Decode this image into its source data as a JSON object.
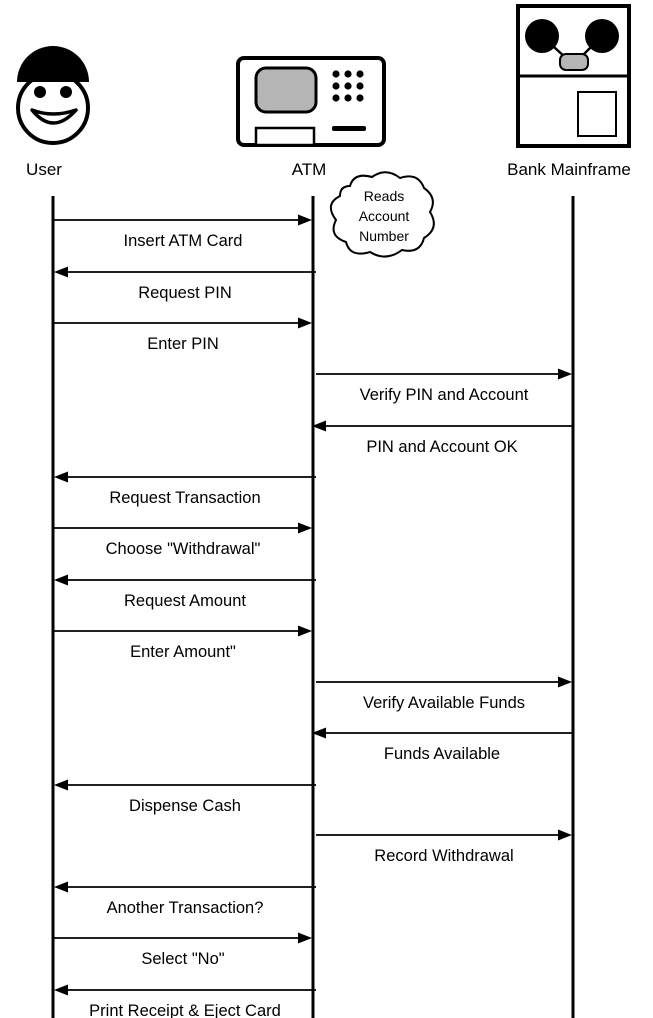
{
  "actors": [
    {
      "id": "user",
      "label": "User",
      "icon": "user-face-icon"
    },
    {
      "id": "atm",
      "label": "ATM",
      "icon": "atm-machine-icon"
    },
    {
      "id": "bank",
      "label": "Bank Mainframe",
      "icon": "bank-mainframe-icon"
    }
  ],
  "note": {
    "actor": "atm",
    "lines": [
      "Reads",
      "Account",
      "Number"
    ]
  },
  "messages": [
    {
      "from": "user",
      "to": "atm",
      "label": "Insert ATM Card"
    },
    {
      "from": "atm",
      "to": "user",
      "label": "Request PIN"
    },
    {
      "from": "user",
      "to": "atm",
      "label": "Enter PIN"
    },
    {
      "from": "atm",
      "to": "bank",
      "label": "Verify PIN and Account"
    },
    {
      "from": "bank",
      "to": "atm",
      "label": "PIN and Account OK"
    },
    {
      "from": "atm",
      "to": "user",
      "label": "Request Transaction"
    },
    {
      "from": "user",
      "to": "atm",
      "label": "Choose \"Withdrawal\""
    },
    {
      "from": "atm",
      "to": "user",
      "label": "Request Amount"
    },
    {
      "from": "user",
      "to": "atm",
      "label": "Enter Amount\""
    },
    {
      "from": "atm",
      "to": "bank",
      "label": "Verify Available Funds"
    },
    {
      "from": "bank",
      "to": "atm",
      "label": "Funds Available"
    },
    {
      "from": "atm",
      "to": "user",
      "label": "Dispense Cash"
    },
    {
      "from": "atm",
      "to": "bank",
      "label": "Record Withdrawal"
    },
    {
      "from": "atm",
      "to": "user",
      "label": "Another Transaction?"
    },
    {
      "from": "user",
      "to": "atm",
      "label": "Select \"No\""
    },
    {
      "from": "atm",
      "to": "user",
      "label": "Print Receipt & Eject Card"
    }
  ],
  "colors": {
    "line": "#000000",
    "screen": "#b5b5b5",
    "background": "#ffffff"
  }
}
